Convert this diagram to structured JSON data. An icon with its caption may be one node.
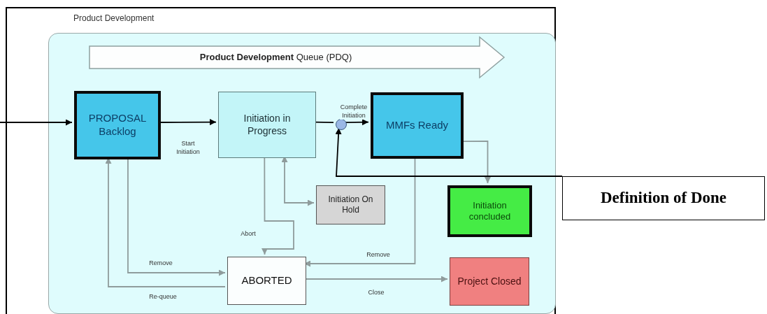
{
  "diagram": {
    "nodes": [
      {
        "text": [
          "Product Development"
        ]
      },
      {
        "text": [],
        "shape": "box",
        "in": 0
      },
      {
        "text": [
          "**Product Development** Queue (PDQ)"
        ],
        "in": 1
      },
      {
        "text": [
          "PROPOSAL Backlog"
        ],
        "in": 1
      },
      {
        "text": [
          "Initiation in Progress"
        ],
        "in": 1
      },
      {
        "text": [],
        "shape": "circle",
        "in": 1
      },
      {
        "text": [
          "MMFs Ready"
        ],
        "in": 1
      },
      {
        "text": [
          "Initiation On Hold"
        ],
        "in": 1
      },
      {
        "text": [
          "Initiation concluded"
        ],
        "in": 1
      },
      {
        "text": [
          "ABORTED"
        ],
        "in": 1
      },
      {
        "text": [
          "Project Closed"
        ],
        "in": 1
      },
      {
        "text": [
          "Definition of Done"
        ]
      }
    ],
    "edges": [
      {
        "from": null,
        "to": 3,
        "arrow": "to",
        "color": "#000000"
      },
      {
        "from": 3,
        "to": 4,
        "arrow": "to",
        "label": "Start Initiation",
        "color": "#000000"
      },
      {
        "from": 4,
        "to": 5,
        "arrow": "none",
        "color": "#000000"
      },
      {
        "from": 5,
        "to": 6,
        "arrow": "to",
        "label": "Complete Initiation",
        "color": "#000000"
      },
      {
        "from": 6,
        "to": 8,
        "arrow": "to"
      },
      {
        "from": 4,
        "to": 7,
        "arrow": "both"
      },
      {
        "from": 4,
        "to": 9,
        "arrow": "to",
        "label": "Abort"
      },
      {
        "from": 3,
        "to": 9,
        "arrow": "to",
        "label": "Remove"
      },
      {
        "from": 9,
        "to": 3,
        "arrow": "to",
        "label": "Re-queue"
      },
      {
        "from": 6,
        "to": 9,
        "arrow": "to",
        "label": "Remove"
      },
      {
        "from": 9,
        "to": 10,
        "arrow": "to",
        "label": "Close"
      },
      {
        "from": 11,
        "to": 5,
        "arrow": "to",
        "color": "#000000"
      }
    ]
  }
}
